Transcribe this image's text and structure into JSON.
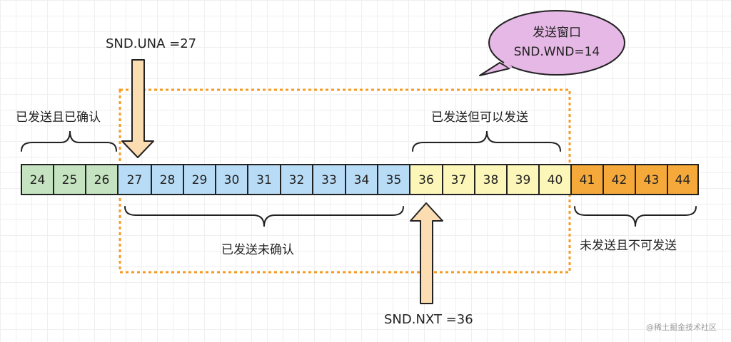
{
  "window": {
    "label_line1": "发送窗口",
    "label_line2": "SND.WND=14"
  },
  "pointers": {
    "una": "SND.UNA =27",
    "nxt": "SND.NXT =36"
  },
  "groups": {
    "sent_acked": "已发送且已确认",
    "sent_unacked": "已发送未确认",
    "sendable": "已发送但可以发送",
    "unsendable": "未发送且不可发送"
  },
  "sequence": [
    24,
    25,
    26,
    27,
    28,
    29,
    30,
    31,
    32,
    33,
    34,
    35,
    36,
    37,
    38,
    39,
    40,
    41,
    42,
    43,
    44
  ],
  "colors": {
    "sent_acked": "#c5e3c0",
    "sent_unacked": "#b9dcf6",
    "sendable": "#fcf6b9",
    "unsendable": "#f5a93a",
    "window_outline": "#f59b23",
    "arrow_fill": "#fcdcb1",
    "bubble_fill": "#e6b8e6"
  },
  "watermark": "@稀土掘金技术社区"
}
